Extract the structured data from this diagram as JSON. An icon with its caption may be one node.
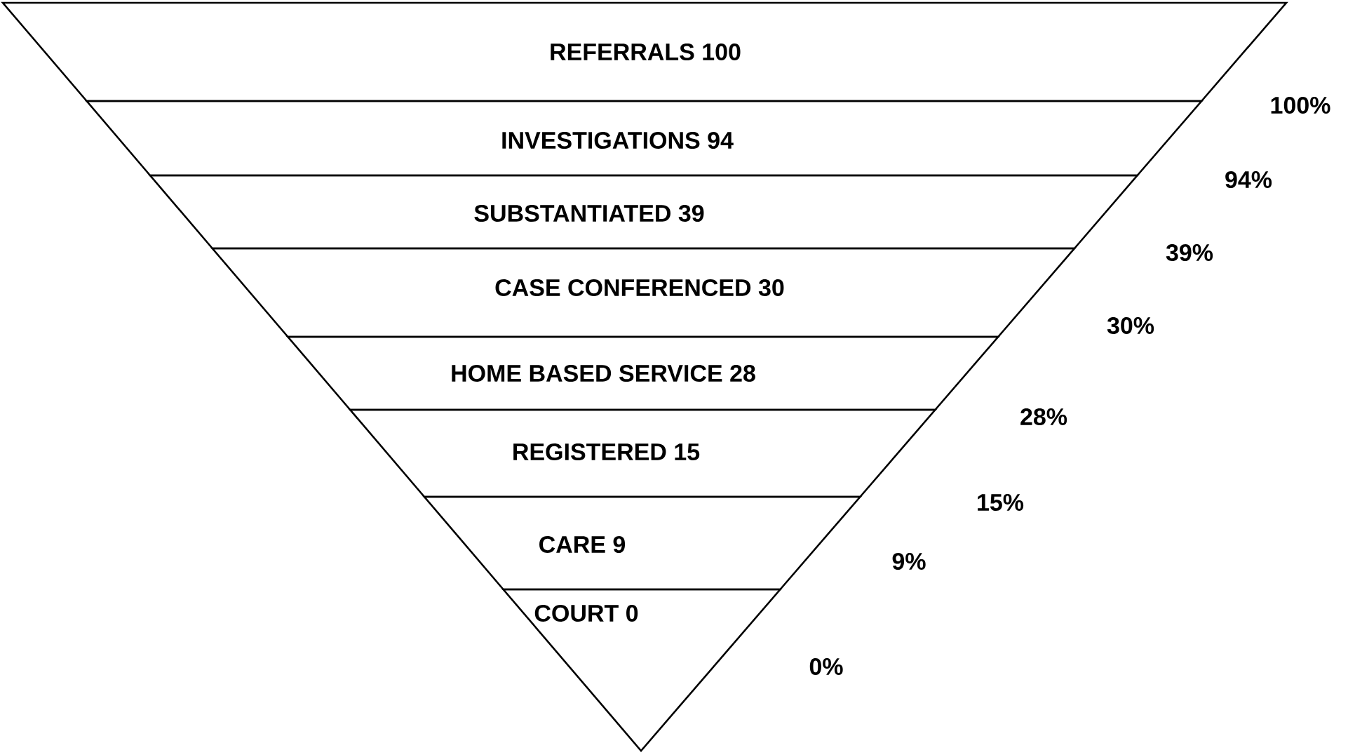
{
  "diagram": {
    "nodes": [
      {
        "text": [
          "REFERRALS 100"
        ],
        "beside": [
          "100%"
        ]
      },
      {
        "text": [
          "INVESTIGATIONS 94"
        ],
        "beside": [
          "94%"
        ]
      },
      {
        "text": [
          "SUBSTANTIATED 39"
        ],
        "beside": [
          "39%"
        ]
      },
      {
        "text": [
          "CASE CONFERENCED 30"
        ],
        "beside": [
          "30%"
        ]
      },
      {
        "text": [
          "HOME BASED SERVICE 28"
        ],
        "beside": [
          "28%"
        ]
      },
      {
        "text": [
          "REGISTERED 15"
        ],
        "beside": [
          "15%"
        ]
      },
      {
        "text": [
          "CARE 9"
        ],
        "beside": [
          "9%"
        ]
      },
      {
        "text": [
          "COURT 0"
        ],
        "beside": [
          "0%"
        ]
      }
    ]
  }
}
